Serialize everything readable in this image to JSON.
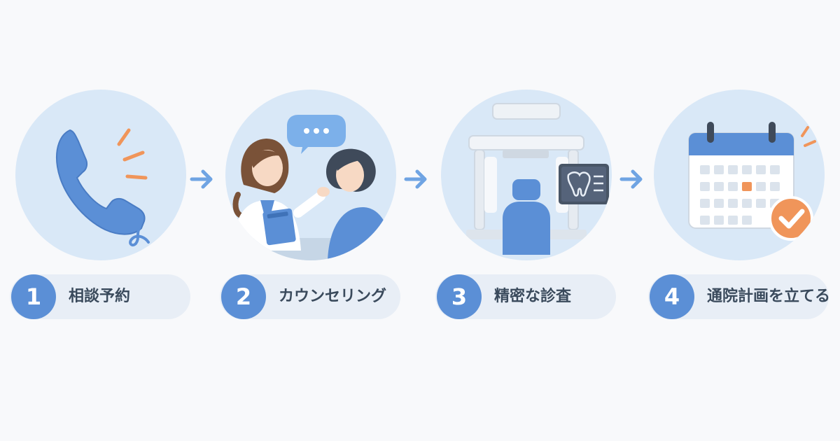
{
  "steps": [
    {
      "number": "1",
      "label": "相談予約",
      "icon": "phone-icon"
    },
    {
      "number": "2",
      "label": "カウンセリング",
      "icon": "counseling-icon"
    },
    {
      "number": "3",
      "label": "精密な診査",
      "icon": "dental-xray-icon"
    },
    {
      "number": "4",
      "label": "通院計画を立てる",
      "icon": "calendar-check-icon"
    }
  ],
  "colors": {
    "background": "#f8f9fb",
    "circle": "#d9e8f7",
    "accent_blue": "#5b8fd6",
    "accent_orange": "#f0955a",
    "pill": "#e8eef6",
    "text": "#3a4a5c"
  }
}
